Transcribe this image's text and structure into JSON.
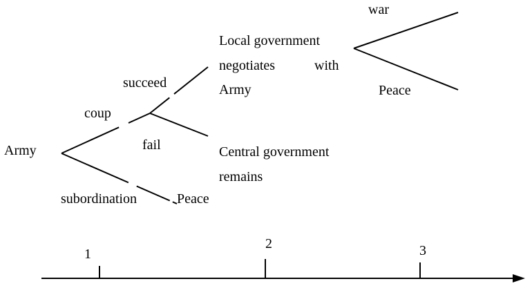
{
  "nodes": {
    "root": "Army",
    "local_line1": "Local government",
    "local_line2a": "negotiates",
    "local_line2b": "with",
    "local_line3": "Army",
    "central_line1": "Central government",
    "central_line2": "remains",
    "peace_lower": "Peace",
    "peace_upper": "Peace"
  },
  "edges": {
    "coup": "coup",
    "succeed": "succeed",
    "fail": "fail",
    "subordination": "subordination",
    "war": "war"
  },
  "timeline": {
    "ticks": [
      "1",
      "2",
      "3"
    ]
  }
}
